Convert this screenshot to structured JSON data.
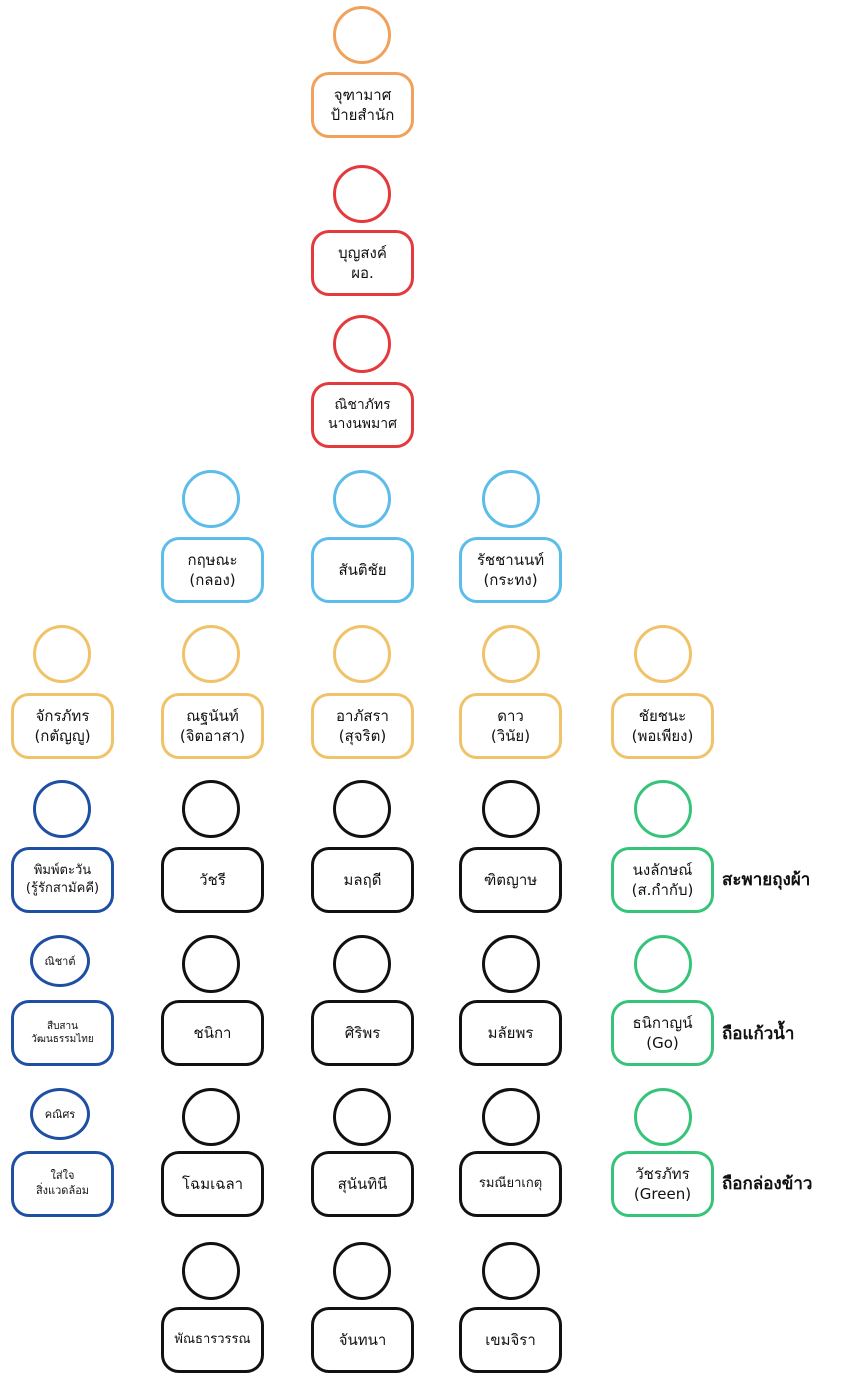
{
  "colors": {
    "orange": "#f2a15c",
    "red": "#e43a3e",
    "lightblue": "#5cbcea",
    "yellow": "#f0c36a",
    "darkblue": "#1f4fa3",
    "black": "#111111",
    "green": "#37c47a"
  },
  "top": [
    {
      "line1": "จุฑามาศ",
      "line2": "ป้ายสำนัก",
      "color": "orange"
    },
    {
      "line1": "บุญสงค์",
      "line2": "ผอ.",
      "color": "red"
    },
    {
      "line1": "ณิชาภัทร",
      "line2": "นางนพมาศ",
      "color": "red"
    }
  ],
  "leaders": [
    {
      "line1": "กฤษณะ",
      "line2": "(กลอง)",
      "color": "lightblue"
    },
    {
      "line1": "สันติชัย",
      "line2": "",
      "color": "lightblue"
    },
    {
      "line1": "รัชชานนท์",
      "line2": "(กระทง)",
      "color": "lightblue"
    }
  ],
  "teachers": [
    {
      "line1": "จักรภัทร",
      "line2": "(กตัญญู)",
      "color": "yellow"
    },
    {
      "line1": "ณฐนันท์",
      "line2": "(จิตอาสา)",
      "color": "yellow"
    },
    {
      "line1": "อาภัสรา",
      "line2": "(สุจริต)",
      "color": "yellow"
    },
    {
      "line1": "ดาว",
      "line2": "(วินัย)",
      "color": "yellow"
    },
    {
      "line1": "ชัยชนะ",
      "line2": "(พอเพียง)",
      "color": "yellow"
    }
  ],
  "col1": [
    {
      "line1": "พิมพ์ตะวัน",
      "line2": "(รู้รักสามัคคี)",
      "color": "darkblue"
    },
    {
      "line1": "ณิชาต์",
      "line2": "",
      "color": "darkblue"
    },
    {
      "line1": "สืบสาน",
      "line2": "วัฒนธรรมไทย",
      "color": "darkblue"
    },
    {
      "line1": "คณิศร",
      "line2": "",
      "color": "darkblue"
    },
    {
      "line1": "ใส่ใจ",
      "line2": "สิ่งแวดล้อม",
      "color": "darkblue"
    }
  ],
  "col2": [
    {
      "line1": "วัชรี",
      "line2": "",
      "color": "black"
    },
    {
      "line1": "ชนิกา",
      "line2": "",
      "color": "black"
    },
    {
      "line1": "โฉมเฉลา",
      "line2": "",
      "color": "black"
    },
    {
      "line1": "พัณธารวรรณ",
      "line2": "",
      "color": "black"
    }
  ],
  "col3": [
    {
      "line1": "มลฤดี",
      "line2": "",
      "color": "black"
    },
    {
      "line1": "ศิริพร",
      "line2": "",
      "color": "black"
    },
    {
      "line1": "สุนันทินี",
      "line2": "",
      "color": "black"
    },
    {
      "line1": "จันทนา",
      "line2": "",
      "color": "black"
    }
  ],
  "col4": [
    {
      "line1": "ฑิตญาษ",
      "line2": "",
      "color": "black"
    },
    {
      "line1": "มลัยพร",
      "line2": "",
      "color": "black"
    },
    {
      "line1": "รมณียาเกตุ",
      "line2": "",
      "color": "black"
    },
    {
      "line1": "เขมจิรา",
      "line2": "",
      "color": "black"
    }
  ],
  "col5": [
    {
      "line1": "นงลักษณ์",
      "line2": "(ส.กำกับ)",
      "color": "green",
      "role": "สะพายถุงผ้า"
    },
    {
      "line1": "ธนิกาญน์",
      "line2": "(Go)",
      "color": "green",
      "role": "ถือแก้วน้ำ"
    },
    {
      "line1": "วัชรภัทร",
      "line2": "(Green)",
      "color": "green",
      "role": "ถือกล่องข้าว"
    }
  ]
}
